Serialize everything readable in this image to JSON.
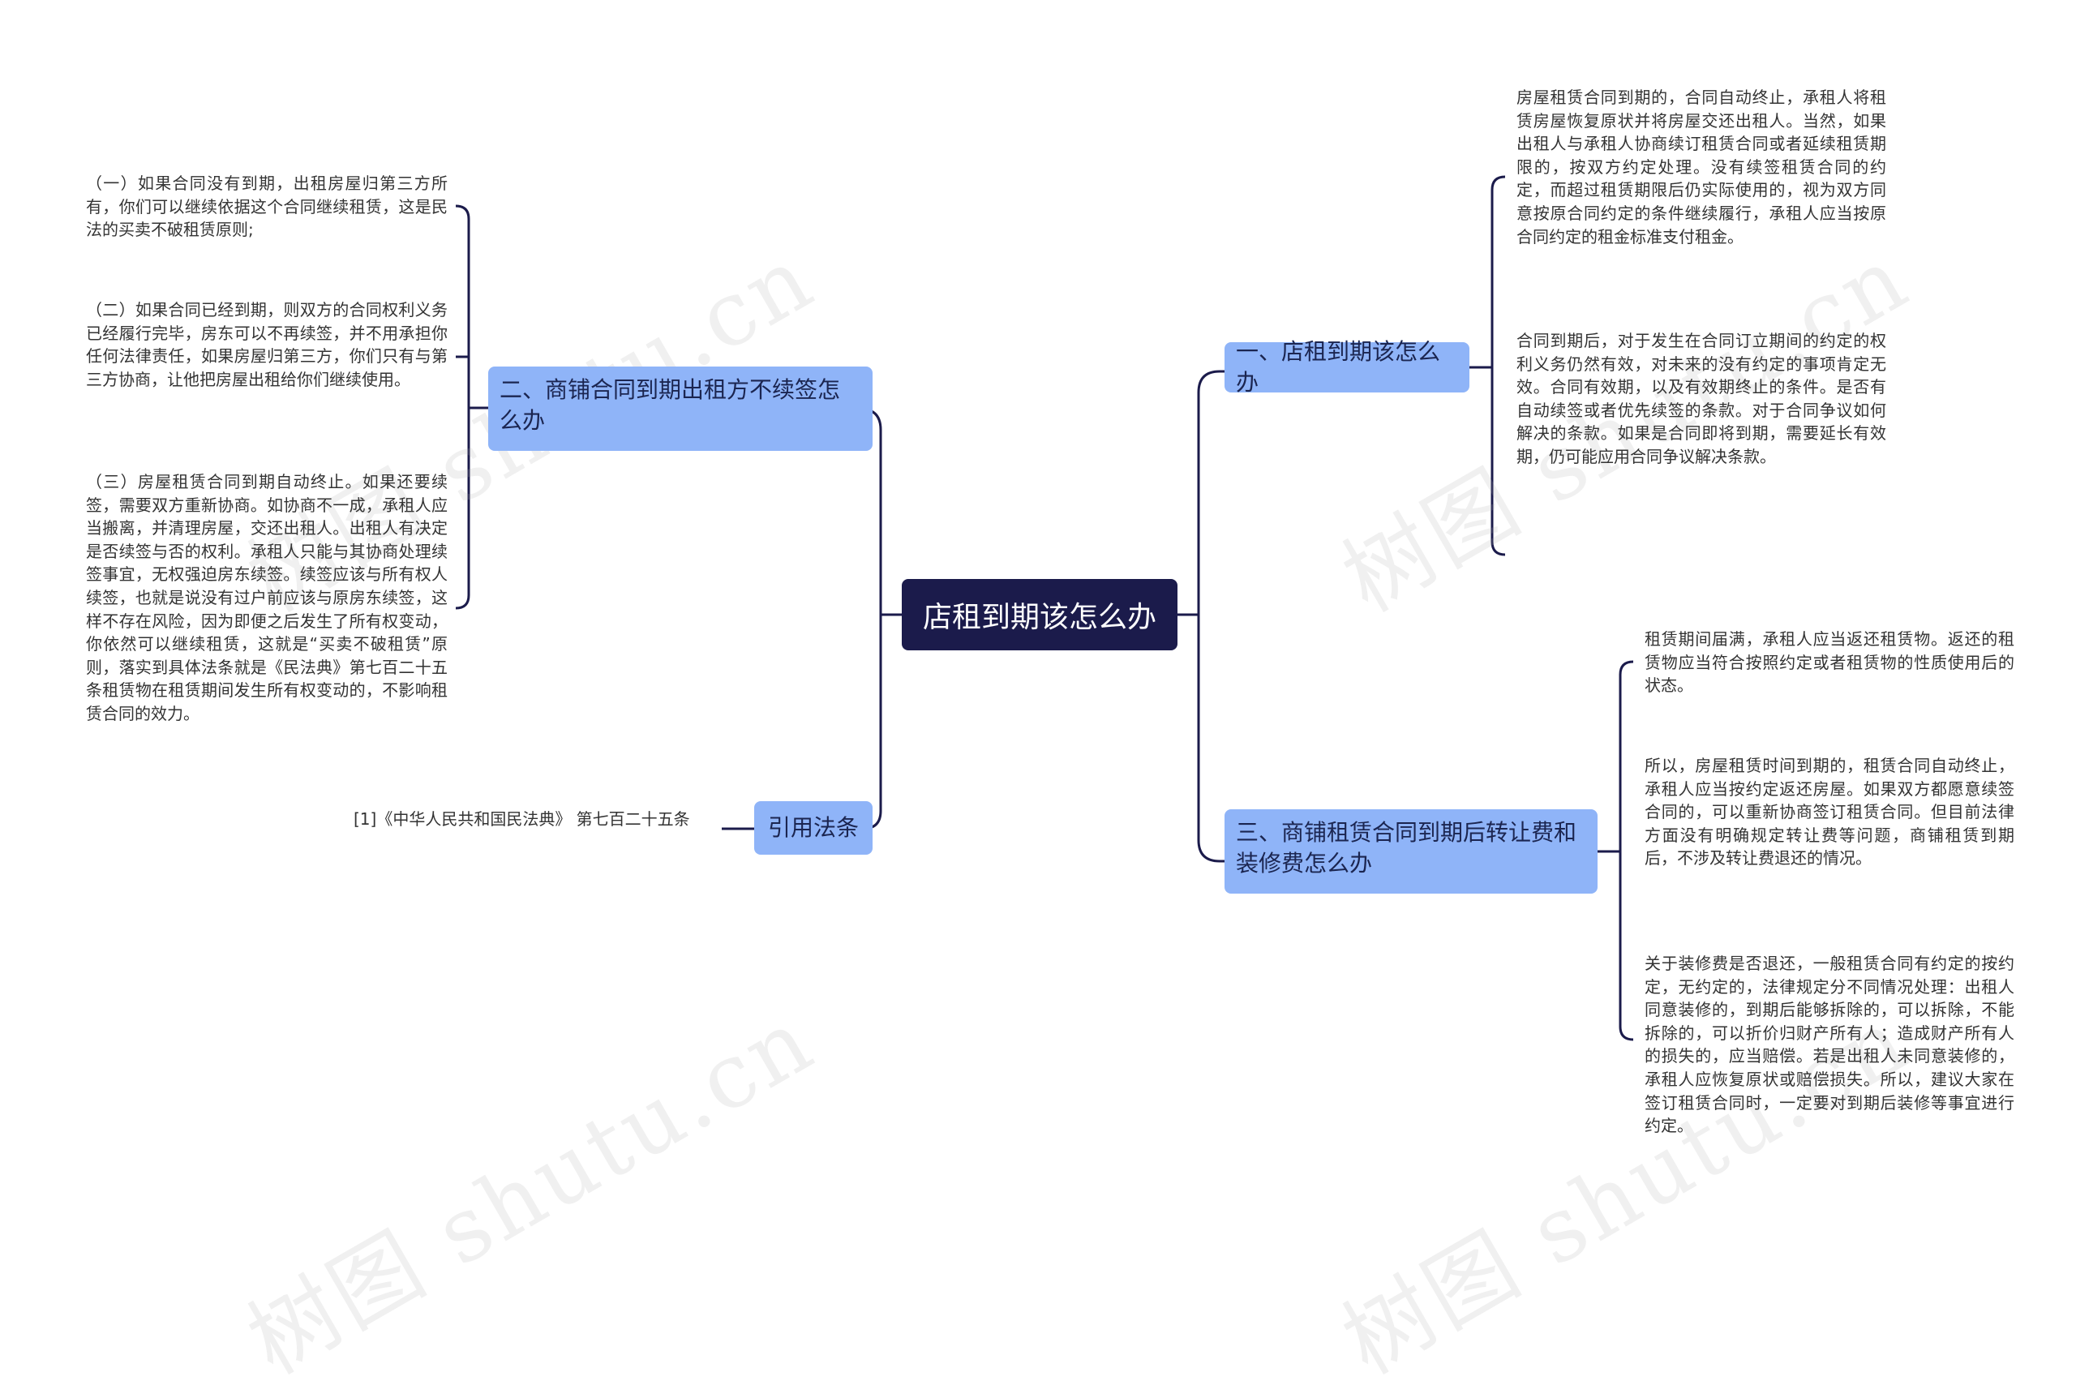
{
  "watermark": "树图 shutu.cn",
  "root": {
    "label": "店租到期该怎么办"
  },
  "branches": {
    "b1": {
      "label": "一、店租到期该怎么办",
      "leaves": [
        "房屋租赁合同到期的，合同自动终止，承租人将租赁房屋恢复原状并将房屋交还出租人。当然，如果出租人与承租人协商续订租赁合同或者延续租赁期限的，按双方约定处理。没有续签租赁合同的约定，而超过租赁期限后仍实际使用的，视为双方同意按原合同约定的条件继续履行，承租人应当按原合同约定的租金标准支付租金。",
        "合同到期后，对于发生在合同订立期间的约定的权利义务仍然有效，对未来的没有约定的事项肯定无效。合同有效期，以及有效期终止的条件。是否有自动续签或者优先续签的条款。对于合同争议如何解决的条款。如果是合同即将到期，需要延长有效期，仍可能应用合同争议解决条款。"
      ]
    },
    "b2": {
      "label": "二、商铺合同到期出租方不续签怎么办",
      "leaves": [
        "（一）如果合同没有到期，出租房屋归第三方所有，你们可以继续依据这个合同继续租赁，这是民法的买卖不破租赁原则;",
        "（二）如果合同已经到期，则双方的合同权利义务已经履行完毕，房东可以不再续签，并不用承担你任何法律责任，如果房屋归第三方，你们只有与第三方协商，让他把房屋出租给你们继续使用。",
        "（三）房屋租赁合同到期自动终止。如果还要续签，需要双方重新协商。如协商不一成，承租人应当搬离，并清理房屋，交还出租人。出租人有决定是否续签与否的权利。承租人只能与其协商处理续签事宜，无权强迫房东续签。续签应该与所有权人续签，也就是说没有过户前应该与原房东续签，这样不存在风险，因为即便之后发生了所有权变动，你依然可以继续租赁，这就是“买卖不破租赁”原则，落实到具体法条就是《民法典》第七百二十五条租赁物在租赁期间发生所有权变动的，不影响租赁合同的效力。"
      ]
    },
    "b3": {
      "label": "三、商铺租赁合同到期后转让费和装修费怎么办",
      "leaves": [
        "租赁期间届满，承租人应当返还租赁物。返还的租赁物应当符合按照约定或者租赁物的性质使用后的状态。",
        "所以，房屋租赁时间到期的，租赁合同自动终止，承租人应当按约定返还房屋。如果双方都愿意续签合同的，可以重新协商签订租赁合同。但目前法律方面没有明确规定转让费等问题，商铺租赁到期后，不涉及转让费退还的情况。",
        "关于装修费是否退还，一般租赁合同有约定的按约定，无约定的，法律规定分不同情况处理：出租人同意装修的，到期后能够拆除的，可以拆除，不能拆除的，可以折价归财产所有人；造成财产所有人的损失的，应当赔偿。若是出租人未同意装修的，承租人应恢复原状或赔偿损失。所以，建议大家在签订租赁合同时，一定要对到期后装修等事宜进行约定。"
      ]
    },
    "b4": {
      "label": "引用法条",
      "leaves": [
        "[1]《中华人民共和国民法典》 第七百二十五条"
      ]
    }
  },
  "colors": {
    "root_bg": "#1b1b4b",
    "branch_bg": "#8fb4f8",
    "line": "#1b1b4b",
    "text": "#333333"
  }
}
